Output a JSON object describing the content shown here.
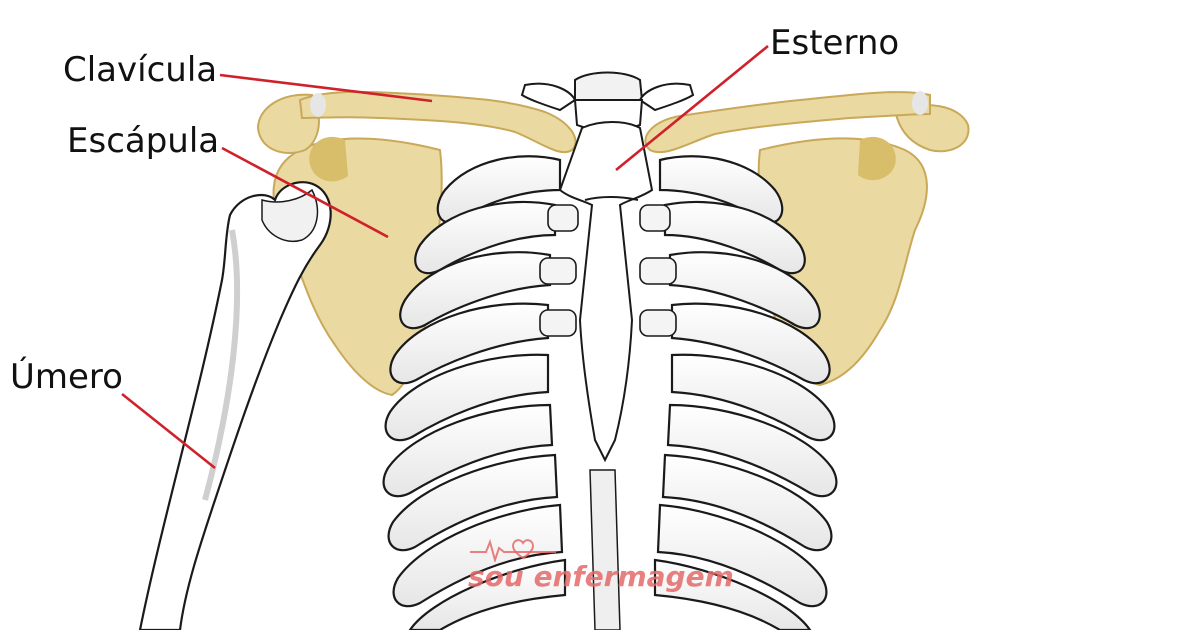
{
  "labels": {
    "clavicula": "Clavícula",
    "escapula": "Escápula",
    "umero": "Úmero",
    "esterno": "Esterno"
  },
  "watermark": {
    "text": "sou enfermagem"
  },
  "colors": {
    "bone": "#ffffff",
    "bone_outline": "#1a1a1a",
    "bone_shade": "#c8c8c8",
    "shoulder_bone": "#ead9a0",
    "shoulder_shade": "#d8bd6a",
    "leader_line": "#d0212b",
    "watermark": "#e46a6a"
  }
}
